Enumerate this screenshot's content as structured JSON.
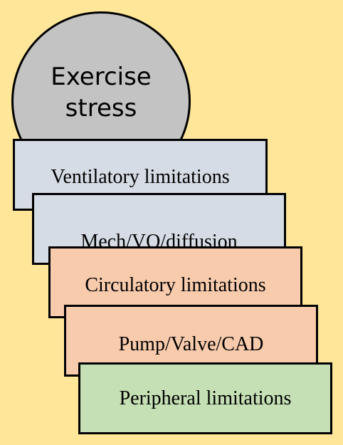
{
  "diagram": {
    "circle_label": "Exercise\nstress",
    "steps": [
      "Ventilatory limitations",
      "Mech/VQ/diffusion",
      "Circulatory limitations",
      "Pump/Valve/CAD",
      "Peripheral limitations"
    ]
  },
  "colors": {
    "background": "#FFE699",
    "circle_fill": "#C3C3C3",
    "ventilatory_fill": "#D6DCE5",
    "circulatory_fill": "#F8CBAD",
    "peripheral_fill": "#C5E0B4",
    "border": "#000000"
  }
}
